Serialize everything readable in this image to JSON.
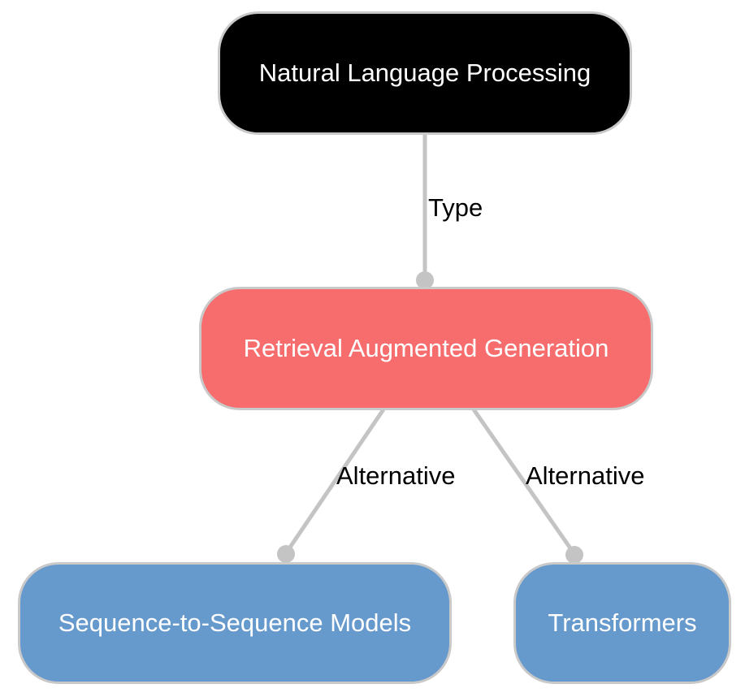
{
  "diagram": {
    "background": "#ffffff",
    "nodes": [
      {
        "label": "Natural Language Processing",
        "fill": "#000000",
        "text_color": "#ffffff"
      },
      {
        "label": "Retrieval Augmented Generation",
        "fill": "#f76d6d",
        "text_color": "#ffffff"
      },
      {
        "label": "Sequence-to-Sequence Models",
        "fill": "#6699cc",
        "text_color": "#ffffff"
      },
      {
        "label": "Transformers",
        "fill": "#6699cc",
        "text_color": "#ffffff"
      }
    ],
    "edges": [
      {
        "label": "Type",
        "from": "Natural Language Processing",
        "to": "Retrieval Augmented Generation"
      },
      {
        "label": "Alternative",
        "from": "Retrieval Augmented Generation",
        "to": "Sequence-to-Sequence Models"
      },
      {
        "label": "Alternative",
        "from": "Retrieval Augmented Generation",
        "to": "Transformers"
      }
    ],
    "colors": {
      "edge_line": "#c4c4c4",
      "edge_dot": "#c4c4c4",
      "node_border": "#c9c9c9",
      "edge_label_text": "#000000"
    }
  }
}
